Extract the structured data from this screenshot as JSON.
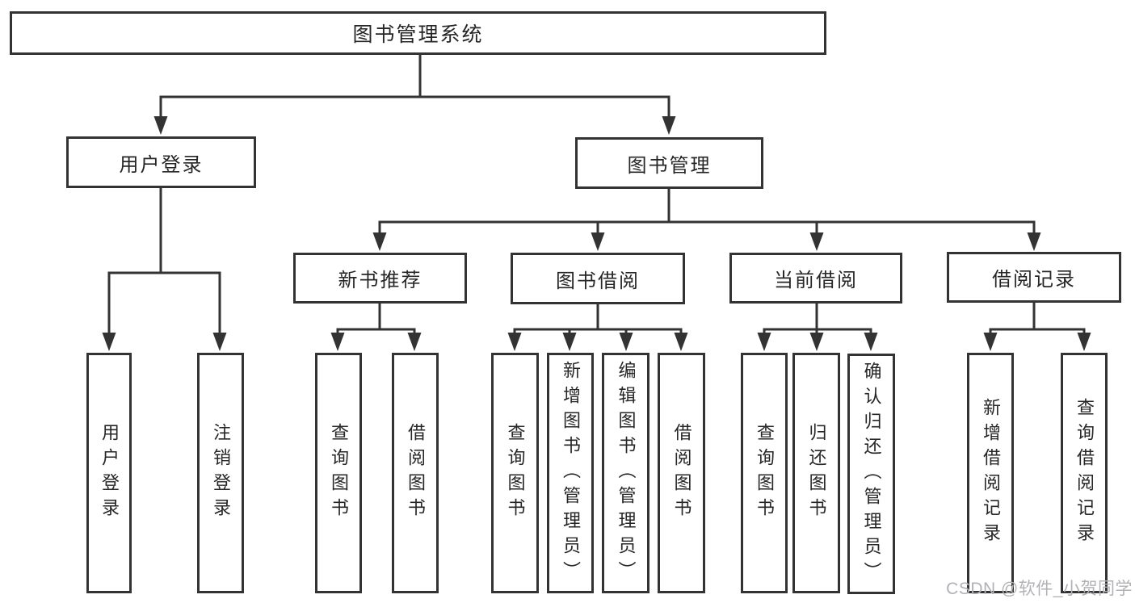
{
  "tree": {
    "root": "图书管理系统",
    "branches": [
      {
        "label": "用户登录",
        "leaves": [
          "用户登录",
          "注销登录"
        ]
      },
      {
        "label": "图书管理",
        "sections": [
          {
            "label": "新书推荐",
            "leaves": [
              "查询图书",
              "借阅图书"
            ]
          },
          {
            "label": "图书借阅",
            "leaves": [
              "查询图书",
              "新增图书（管理员）",
              "编辑图书（管理员）",
              "借阅图书"
            ]
          },
          {
            "label": "当前借阅",
            "leaves": [
              "查询图书",
              "归还图书",
              "确认归还（管理员）"
            ]
          },
          {
            "label": "借阅记录",
            "leaves": [
              "新增借阅记录",
              "查询借阅记录"
            ]
          }
        ]
      }
    ]
  },
  "watermark": "CSDN @软件_小贺同学",
  "colors": {
    "line": "#333333",
    "text": "#262626",
    "watermark": "#b2b2b6",
    "background": "#ffffff"
  }
}
